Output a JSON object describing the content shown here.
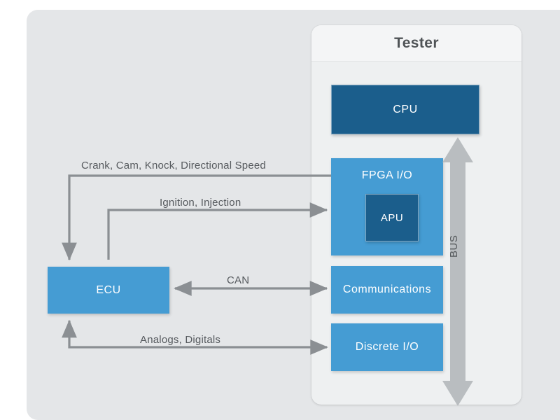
{
  "diagram": {
    "title": "Tester",
    "background_color": "#e4e6e8",
    "panel_color": "#eef0f1",
    "accent_dark": "#1b5e8c",
    "accent_light": "#459cd3",
    "wire_color": "#8b8f93",
    "bus_color": "#b9bdc0"
  },
  "tester": {
    "header_title": "Tester",
    "blocks": [
      {
        "id": "cpu",
        "label": "CPU",
        "color": "#1b5e8c"
      },
      {
        "id": "fpga",
        "label": "FPGA I/O",
        "color": "#459cd3"
      },
      {
        "id": "apu",
        "label": "APU",
        "color": "#1b5e8c"
      },
      {
        "id": "communications",
        "label": "Communications",
        "color": "#459cd3"
      },
      {
        "id": "discrete",
        "label": "Discrete I/O",
        "color": "#459cd3"
      }
    ],
    "bus": {
      "label": "BUS",
      "direction": "bidirectional"
    }
  },
  "external": {
    "ecu": {
      "label": "ECU",
      "color": "#459cd3"
    }
  },
  "connections": [
    {
      "id": "crank",
      "label": "Crank, Cam, Knock, Directional Speed",
      "from": "fpga",
      "to": "ecu",
      "direction": "left"
    },
    {
      "id": "ignition",
      "label": "Ignition, Injection",
      "from": "ecu",
      "to": "fpga",
      "direction": "right"
    },
    {
      "id": "can",
      "label": "CAN",
      "from": "ecu",
      "to": "communications",
      "direction": "both"
    },
    {
      "id": "analogs",
      "label": "Analogs, Digitals",
      "from": "discrete",
      "to": "ecu",
      "direction": "both"
    }
  ]
}
